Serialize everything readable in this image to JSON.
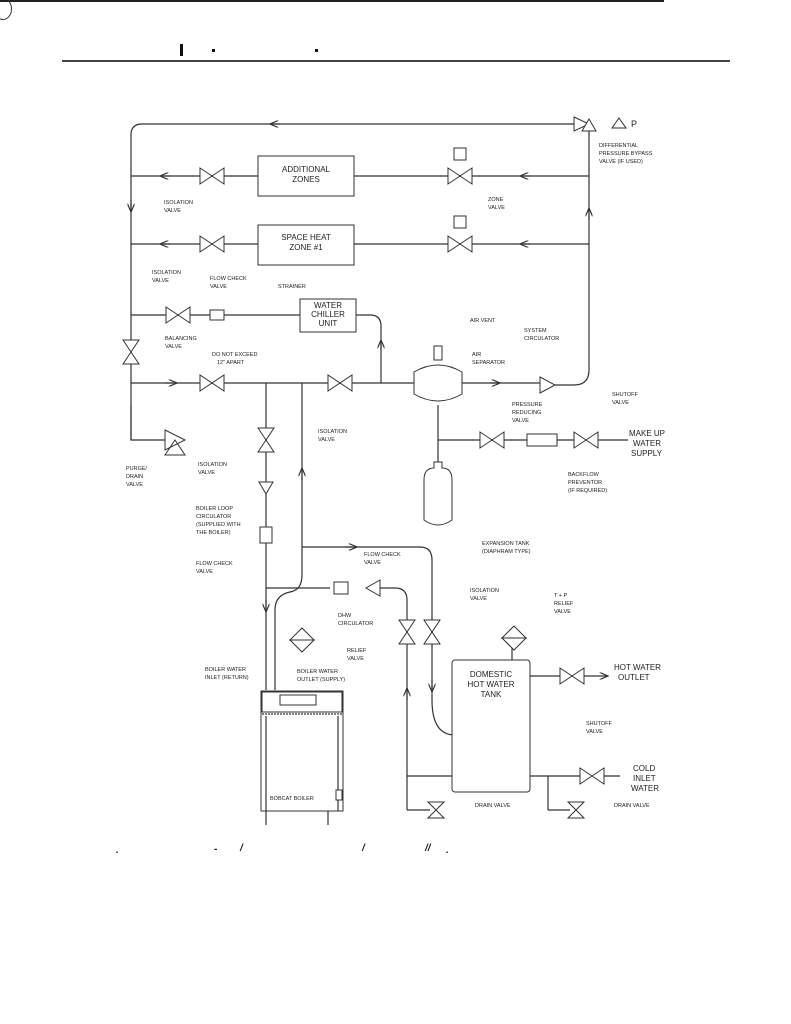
{
  "page": {
    "header_marks": [
      "|",
      "-",
      "-"
    ],
    "footer_marks": [
      ".",
      "-",
      "/",
      "/",
      "//",
      "."
    ]
  },
  "diagram": {
    "zones": {
      "additional_zones": [
        "ADDITIONAL",
        "ZONES"
      ],
      "space_heat_zone": [
        "SPACE HEAT",
        "ZONE #1"
      ],
      "water_chiller": [
        "WATER",
        "CHILLER",
        "UNIT"
      ],
      "domestic_tank": [
        "DOMESTIC",
        "HOT WATER",
        "TANK"
      ],
      "boiler_name": "BOBCAT BOILER"
    },
    "labels": {
      "isolation_valve_top": [
        "ISOLATION",
        "VALVE"
      ],
      "zone_valve": [
        "ZONE",
        "VALVE"
      ],
      "diff_pressure": [
        "DIFFERENTIAL",
        "PRESSURE BYPASS",
        "VALVE (IF USED)"
      ],
      "p_mark": "P",
      "isolation_valve_chiller": [
        "ISOLATION",
        "VALVE"
      ],
      "flow_check_chiller": [
        "FLOW CHECK",
        "VALVE"
      ],
      "strainer": "STRAINER",
      "balancing_valve": [
        "BALANCING",
        "VALVE"
      ],
      "do_not_exceed": [
        "DO NOT EXCEED",
        "12\" APART"
      ],
      "air_vent": "AIR VENT",
      "air_separator": [
        "AIR",
        "SEPARATOR"
      ],
      "system_circulator": [
        "SYSTEM",
        "CIRCULATOR"
      ],
      "shutoff_makeup": [
        "SHUTOFF",
        "VALVE"
      ],
      "pressure_reducing": [
        "PRESSURE",
        "REDUCING",
        "VALVE"
      ],
      "make_up_water": [
        "MAKE UP",
        "WATER",
        "SUPPLY"
      ],
      "backflow": [
        "BACKFLOW",
        "PREVENTOR",
        "(IF REQUIRED)"
      ],
      "isolation_valve_mid": [
        "ISOLATION",
        "VALVE"
      ],
      "isolation_valve_lower": [
        "ISOLATION",
        "VALVE"
      ],
      "purge_drain": [
        "PURGE/",
        "DRAIN",
        "VALVE"
      ],
      "boiler_loop_circ": [
        "BOILER LOOP",
        "CIRCULATOR",
        "(SUPPLIED WITH",
        "THE BOILER)"
      ],
      "flow_check_boiler": [
        "FLOW CHECK",
        "VALVE"
      ],
      "expansion_tank": [
        "EXPANSION TANK",
        "(DIAPHRAM TYPE)"
      ],
      "flow_check_dhw": [
        "FLOW CHECK",
        "VALVE"
      ],
      "dhw_circulator": [
        "DHW",
        "CIRCULATOR"
      ],
      "relief_valve": [
        "RELIEF",
        "VALVE"
      ],
      "boiler_inlet": [
        "BOILER WATER",
        "INLET (RETURN)"
      ],
      "boiler_outlet": [
        "BOILER WATER",
        "OUTLET (SUPPLY)"
      ],
      "isolation_valve_dhw": [
        "ISOLATION",
        "VALVE"
      ],
      "tp_relief": [
        "T + P",
        "RELIEF",
        "VALVE"
      ],
      "hot_water_outlet": [
        "HOT WATER",
        "OUTLET"
      ],
      "shutoff_hw": [
        "SHUTOFF",
        "VALVE"
      ],
      "cold_inlet": [
        "COLD",
        "INLET",
        "WATER"
      ],
      "drain_valve_left": "DRAIN VALVE",
      "drain_valve_right": "DRAIN VALVE"
    }
  }
}
